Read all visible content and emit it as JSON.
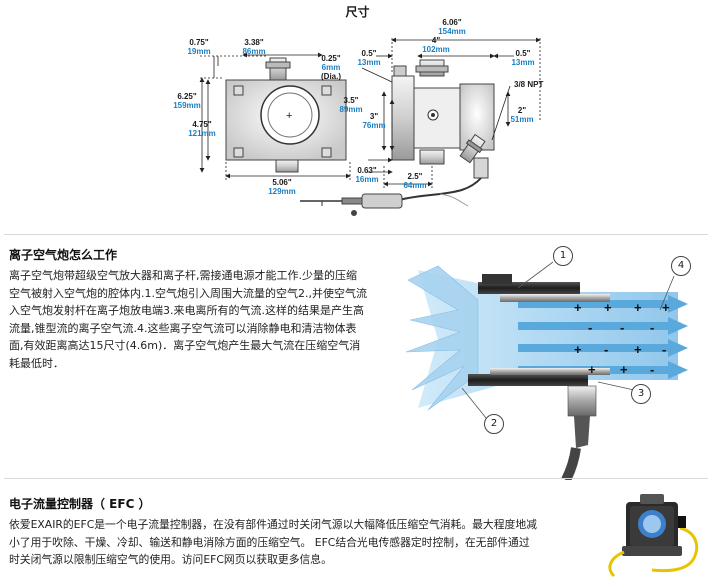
{
  "page_title": "尺寸",
  "dimensions": {
    "d1": {
      "in": "0.75\"",
      "mm": "19mm"
    },
    "d2": {
      "in": "3.38\"",
      "mm": "86mm"
    },
    "d3": {
      "in": "6.25\"",
      "mm": "159mm"
    },
    "d4": {
      "in": "4.75\"",
      "mm": "121mm"
    },
    "d5": {
      "in": "5.06\"",
      "mm": "129mm"
    },
    "d6": {
      "in": "6.06\"",
      "mm": "154mm"
    },
    "d7": {
      "in": "0.5\"",
      "mm": "13mm"
    },
    "d8": {
      "in": "4\"",
      "mm": "102mm"
    },
    "d9": {
      "in": "0.5\"",
      "mm": "13mm"
    },
    "d10": {
      "in": "0.25\"",
      "mm": "6mm",
      "note": "(Dia.)"
    },
    "d11": {
      "in": "3.5\"",
      "mm": "89mm"
    },
    "d12": {
      "in": "3\"",
      "mm": "76mm"
    },
    "d13": {
      "in": "2\"",
      "mm": "51mm"
    },
    "d14": {
      "in": "0.63\"",
      "mm": "16mm"
    },
    "d15": {
      "in": "2.5\"",
      "mm": "64mm"
    },
    "npt": "3/8 NPT"
  },
  "how_it_works": {
    "heading": "离子空气炮怎么工作",
    "lines": [
      "离子空气炮带超级空气放大器和离子杆,需接通电源才能工作.少量的压缩",
      "空气被射入空气炮的腔体内.1.空气炮引入周围大流量的空气2.,并使空气流",
      "入空气炮发射杆在离子炮放电端3.来电离所有的气流.这样的结果是产生高",
      "流量,锥型流的离子空气流.4.这些离子空气流可以消除静电和清洁物体表",
      "面,有效距离高达15尺寸(4.6m)．离子空气炮产生最大气流在压缩空气消",
      "耗最低时．"
    ],
    "callouts": [
      "1",
      "2",
      "3",
      "4"
    ],
    "charges": [
      "+",
      "-"
    ]
  },
  "efc": {
    "heading": "电子流量控制器（ EFC ）",
    "lines": [
      "依爱EXAIR的EFC是一个电子流量控制器，在没有部件通过时关闭气源以大幅降低压缩空气消耗。最大程度地减",
      "小了用于吹除、干燥、冷却、输送和静电消除方面的压缩空气。 EFC结合光电传感器定时控制，在无部件通过",
      "时关闭气源以限制压缩空气的使用。访问EFC网页以获取更多信息。"
    ]
  },
  "colors": {
    "accent_mm": "#1b7fc1",
    "airflow": "#9fd0ee",
    "arrow": "#5aa9dc",
    "metal_dark": "#2b2b2b",
    "metal_mid": "#8c8c8c"
  }
}
